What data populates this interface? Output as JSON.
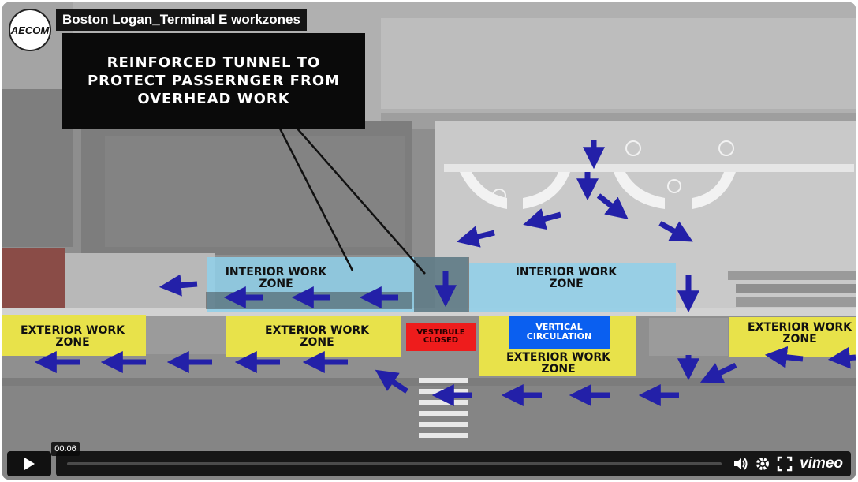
{
  "video": {
    "title": "Boston Logan_Terminal E workzones",
    "logo_text": "AECOM",
    "current_time": "00:06",
    "brand": "vimeo"
  },
  "callout": {
    "text": "REINFORCED TUNNEL TO\nPROTECT PASSERNGER FROM\nOVERHEAD WORK"
  },
  "zones": {
    "interior_left": "INTERIOR WORK\nZONE",
    "interior_right": "INTERIOR WORK\nZONE",
    "exterior_1": "EXTERIOR WORK\nZONE",
    "exterior_2": "EXTERIOR WORK\nZONE",
    "exterior_3": "EXTERIOR WORK\nZONE",
    "exterior_4": "EXTERIOR WORK\nZONE",
    "vestibule": "VESTIBULE\nCLOSED",
    "vertical": "VERTICAL\nCIRCULATION"
  },
  "colors": {
    "interior": "#8fd0ea",
    "exterior": "#e8e24a",
    "vestibule": "#ee1c1c",
    "vertical": "#0a5ff0",
    "arrow": "#2320a8"
  },
  "icons": {
    "play": "play-icon",
    "volume": "volume-icon",
    "settings": "gear-icon",
    "fullscreen": "fullscreen-icon"
  }
}
